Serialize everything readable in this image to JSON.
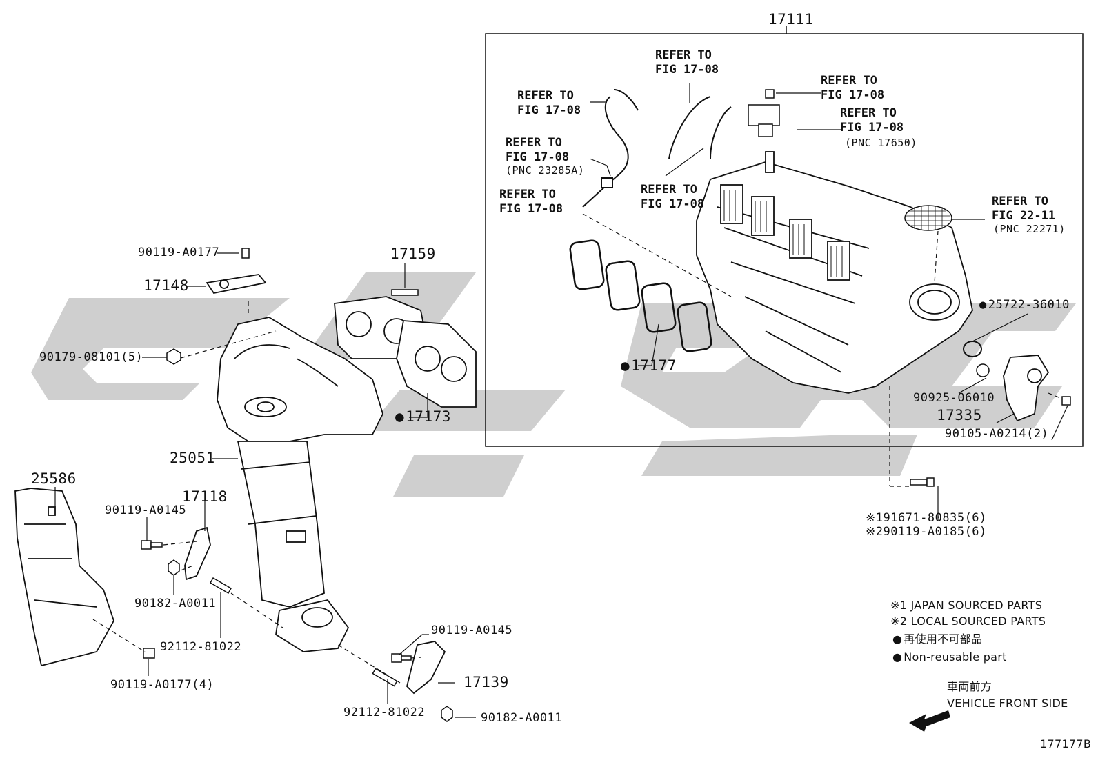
{
  "diagram_id": "177177B",
  "assembly": {
    "number": "17111"
  },
  "refer_labels": [
    {
      "line1": "REFER TO",
      "line2": "FIG 17-08",
      "pnc": ""
    },
    {
      "line1": "REFER TO",
      "line2": "FIG 17-08",
      "pnc": ""
    },
    {
      "line1": "REFER TO",
      "line2": "FIG 17-08",
      "pnc": ""
    },
    {
      "line1": "REFER TO",
      "line2": "FIG 17-08",
      "pnc": "(PNC 17650)"
    },
    {
      "line1": "REFER TO",
      "line2": "FIG 17-08",
      "pnc": "(PNC 23285A)"
    },
    {
      "line1": "REFER TO",
      "line2": "FIG 17-08",
      "pnc": ""
    },
    {
      "line1": "REFER TO",
      "line2": "FIG 17-08",
      "pnc": ""
    },
    {
      "line1": "REFER TO",
      "line2": "FIG 22-11",
      "pnc": "(PNC 22271)"
    }
  ],
  "parts": {
    "p90119_a0177": "90119-A0177",
    "p17148": "17148",
    "p90179_08101": "90179-08101(5)",
    "p17159": "17159",
    "p17173": "17173",
    "p25051": "25051",
    "p25586": "25586",
    "p90119_a0145_a": "90119-A0145",
    "p17118": "17118",
    "p90182_a0011_a": "90182-A0011",
    "p92112_81022_a": "92112-81022",
    "p90119_a0177_4": "90119-A0177(4)",
    "p90119_a0145_b": "90119-A0145",
    "p17139": "17139",
    "p92112_81022_b": "92112-81022",
    "p90182_a0011_b": "90182-A0011",
    "p17177": "17177",
    "p25722_36010": "25722-36010",
    "p90925_06010": "90925-06010",
    "p17335": "17335",
    "p90105_a0214": "90105-A0214(2)",
    "p91671": "※191671-80835(6)",
    "p90119_a0185": "※290119-A0185(6)"
  },
  "legend": {
    "note1": "※1 JAPAN SOURCED PARTS",
    "note2": "※2 LOCAL SOURCED PARTS",
    "note3": "再使用不可部品",
    "note4": "Non-reusable part"
  },
  "direction": {
    "jp": "車両前方",
    "en": "VEHICLE FRONT SIDE"
  }
}
